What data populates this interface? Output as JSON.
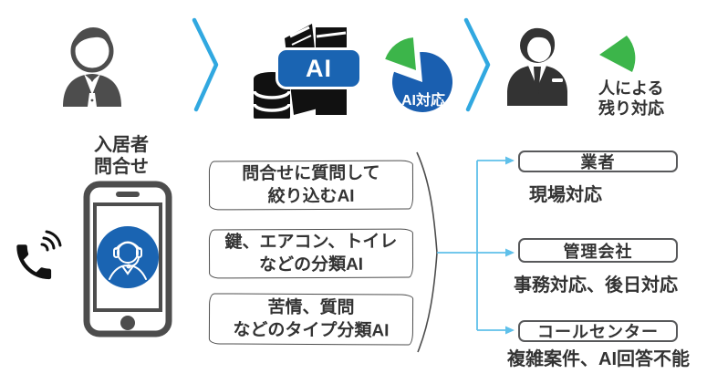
{
  "colors": {
    "deep_blue": "#1a64b2",
    "chevron_blue": "#31a8e0",
    "connector_blue": "#5fc0ea",
    "green": "#3cb54a",
    "icon_gray": "#4d4d4d",
    "icon_dark": "#333333",
    "text": "#333333"
  },
  "flow": {
    "ai_badge": "AI",
    "pie_label": "AI対応",
    "human_label": [
      "人による",
      "残り対応"
    ]
  },
  "inquiry_caption": [
    "入居者",
    "問合せ"
  ],
  "ai_boxes": [
    [
      "問合せに質問して",
      "絞り込むAI"
    ],
    [
      "鍵、エアコン、トイレ",
      "などの分類AI"
    ],
    [
      "苦情、質問",
      "などのタイプ分類AI"
    ]
  ],
  "destinations": [
    {
      "title": "業者",
      "desc": "現場対応"
    },
    {
      "title": "管理会社",
      "desc": "事務対応、後日対応"
    },
    {
      "title": "コールセンター",
      "desc": "複雑案件、AI回答不能"
    }
  ],
  "icons": {
    "resident": "person-icon",
    "step": "chevron-right-icon",
    "knowledge": "books-database-icon",
    "pie": "pie-chart-icon",
    "staff": "businessperson-icon",
    "remainder": "pie-slice-icon",
    "call": "phone-receiver-icon",
    "smartphone": "smartphone-icon",
    "operator": "support-operator-icon"
  }
}
